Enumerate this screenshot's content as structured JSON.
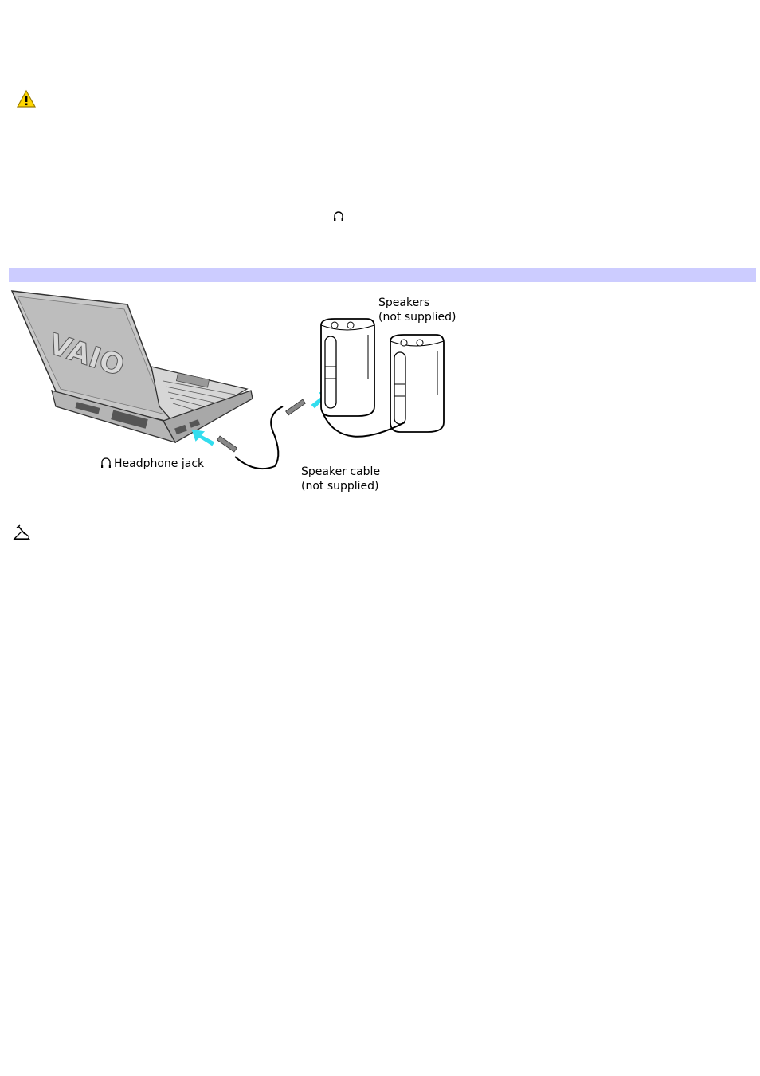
{
  "icons": {
    "warning": "warning-icon",
    "headphone": "headphone-icon",
    "note": "note-pencil-icon"
  },
  "colors": {
    "section_bar": "#ccccff",
    "arrow": "#33ddee",
    "warning_fill": "#ffd700"
  },
  "figure": {
    "logo": "VAIO",
    "speakers_label": "Speakers",
    "speakers_sub": "(not supplied)",
    "headphone_label": "Headphone jack",
    "cable_label": "Speaker cable",
    "cable_sub": "(not supplied)"
  }
}
